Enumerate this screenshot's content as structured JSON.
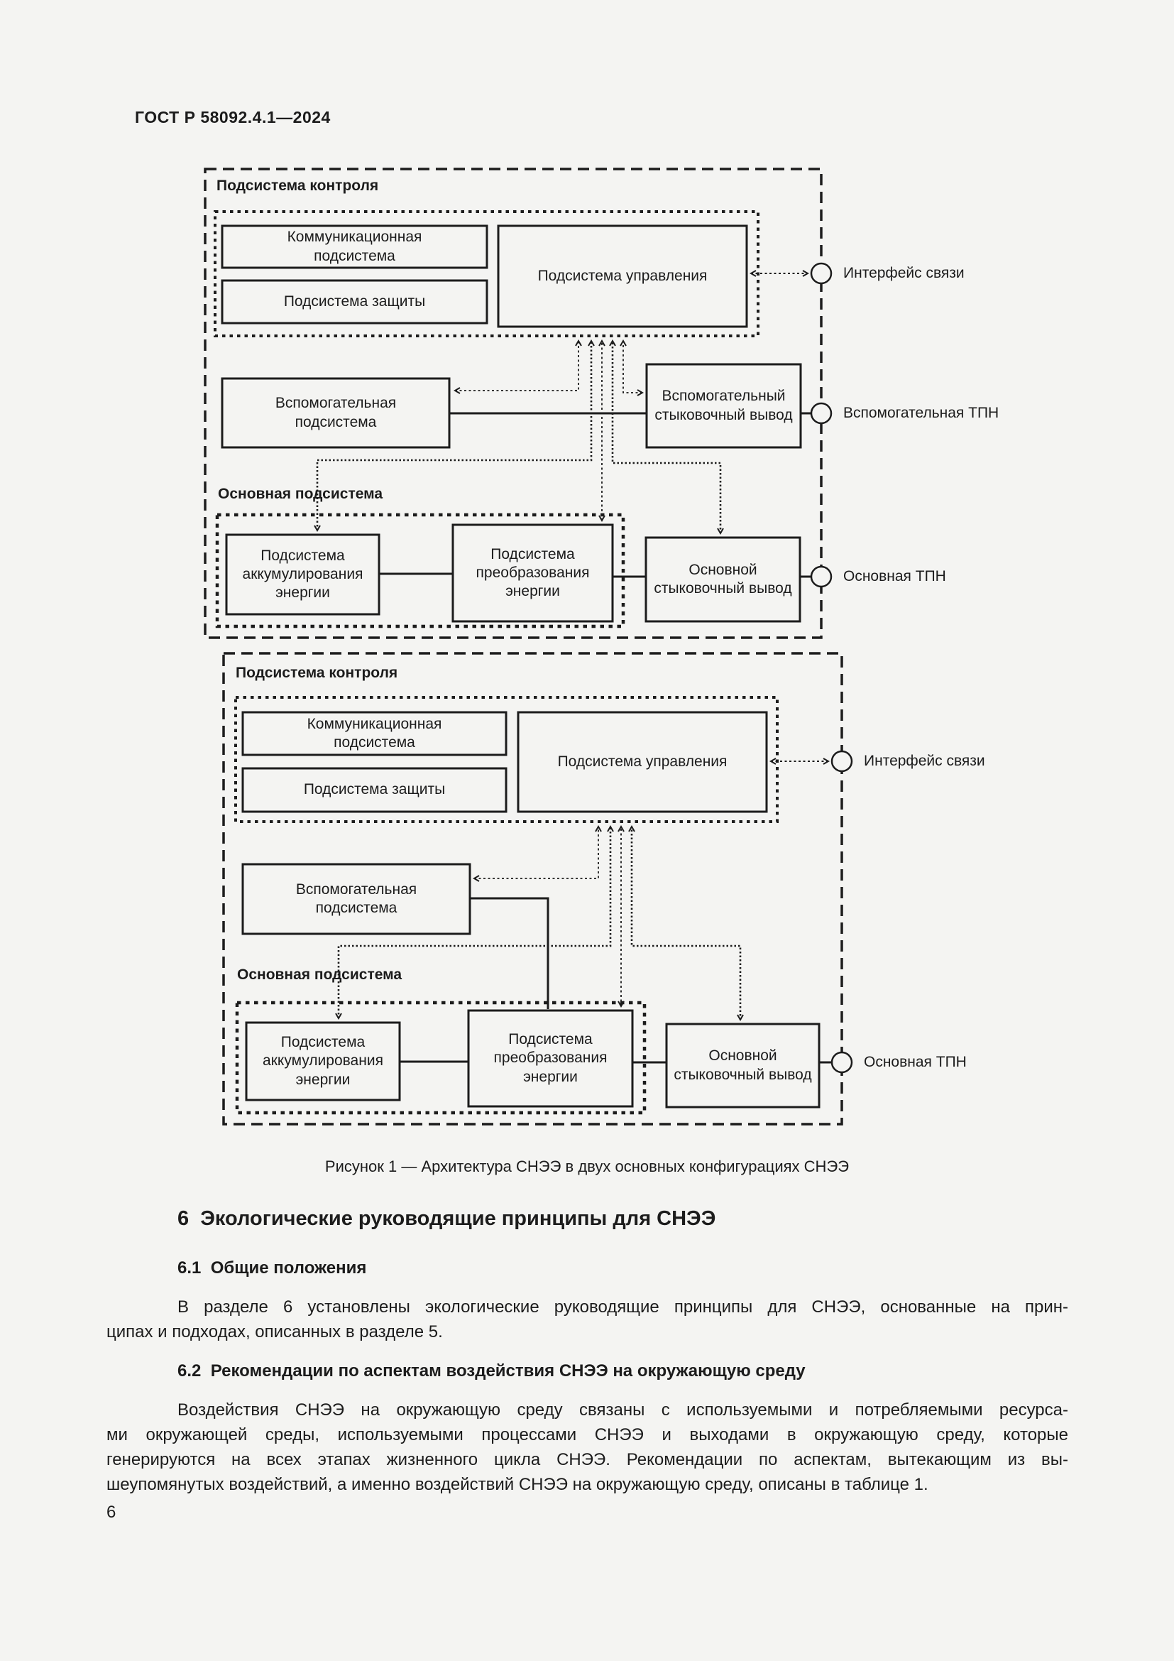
{
  "page": {
    "header": "ГОСТ Р 58092.4.1—2024",
    "number": "6",
    "background_color": "#f4f4f2",
    "ink_color": "#1c1c1c"
  },
  "figure": {
    "caption": "Рисунок 1 — Архитектура СНЭЭ в двух основных конфигурациях СНЭЭ",
    "config1": {
      "control_group_label": "Подсистема контроля",
      "main_group_label": "Основная подсистема",
      "boxes": {
        "communication": "Коммуникационная подсистема",
        "protection": "Подсистема защиты",
        "management": "Подсистема управления",
        "auxiliary": "Вспомогательная подсистема",
        "aux_output": "Вспомогательный стыковочный вывод",
        "accumulation": "Подсистема аккумулирования энергии",
        "conversion": "Подсистема преобразования энергии",
        "main_output": "Основной стыковочный вывод"
      },
      "ports": {
        "interface": "Интерфейс связи",
        "aux_tpn": "Вспомогательная ТПН",
        "main_tpn": "Основная ТПН"
      }
    },
    "config2": {
      "control_group_label": "Подсистема контроля",
      "main_group_label": "Основная подсистема",
      "boxes": {
        "communication": "Коммуникационная подсистема",
        "protection": "Подсистема защиты",
        "management": "Подсистема управления",
        "auxiliary": "Вспомогательная подсистема",
        "accumulation": "Подсистема аккумулирования энергии",
        "conversion": "Подсистема преобразования энергии",
        "main_output": "Основной стыковочный вывод"
      },
      "ports": {
        "interface": "Интерфейс связи",
        "main_tpn": "Основная ТПН"
      }
    }
  },
  "section": {
    "title": "6  Экологические руководящие принципы для СНЭЭ",
    "sub1": {
      "title": "6.1  Общие положения",
      "lines": [
        "В разделе 6 установлены экологические руководящие принципы для СНЭЭ, основанные на прин-",
        "ципах и подходах, описанных в разделе 5."
      ]
    },
    "sub2": {
      "title": "6.2  Рекомендации по аспектам воздействия СНЭЭ на окружающую среду",
      "lines": [
        "Воздействия СНЭЭ на окружающую среду связаны с используемыми и потребляемыми ресурса-",
        "ми окружающей среды, используемыми процессами СНЭЭ и выходами в окружающую среду, которые",
        "генерируются на всех этапах жизненного цикла СНЭЭ. Рекомендации по аспектам, вытекающим из вы-",
        "шеупомянутых воздействий, а именно воздействий СНЭЭ на окружающую среду, описаны в таблице 1."
      ]
    }
  }
}
